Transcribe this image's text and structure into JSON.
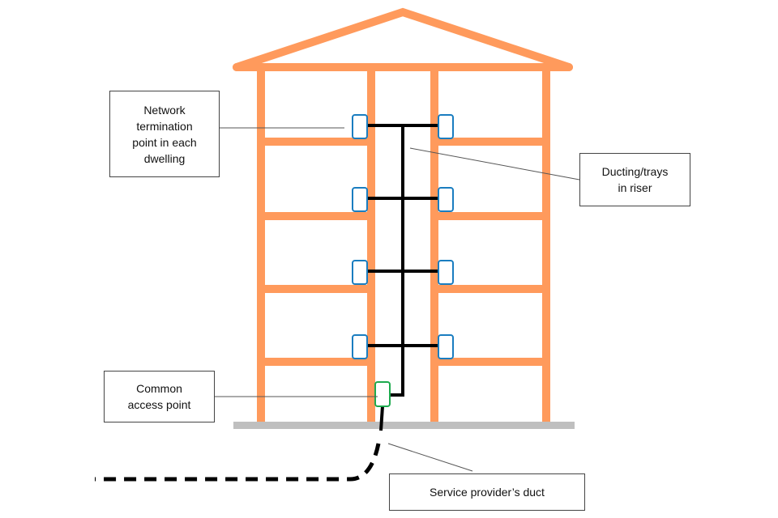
{
  "labels": {
    "ntp": "Network\ntermination\npoint in each\ndwelling",
    "ducting": "Ducting/trays\nin riser",
    "cap": "Common\naccess point",
    "duct": "Service provider’s duct"
  },
  "colors": {
    "structure": "#FF9A5C",
    "ground": "#BFBFBF",
    "ntp_box": "#1A7DC0",
    "cap_box": "#1DAA4E",
    "cable": "#000000",
    "leader": "#555555"
  }
}
